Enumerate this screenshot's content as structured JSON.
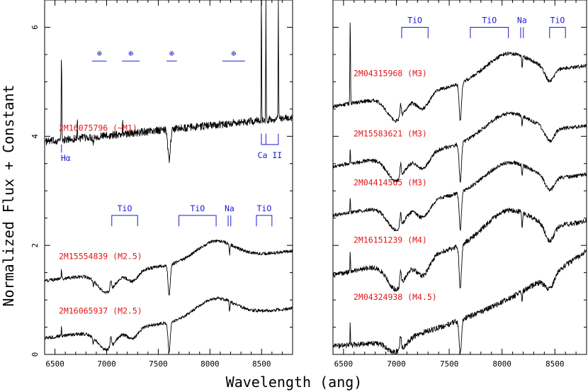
{
  "chart_data": {
    "type": "line",
    "xlabel": "Wavelength (ang)",
    "ylabel": "Normalized Flux + Constant",
    "panels": [
      {
        "xlim": [
          6400,
          8800
        ],
        "ylim": [
          0,
          6.5
        ],
        "x_ticks": [
          6500,
          7000,
          7500,
          8000,
          8500
        ],
        "y_ticks": [
          0,
          2,
          4,
          6
        ],
        "series": [
          {
            "name": "2M16075796 (~M1)",
            "offset": 3.9,
            "label_y": 4.1,
            "kind": "early_halpha"
          },
          {
            "name": "2M15554839 (M2.5)",
            "offset": 1.35,
            "label_y": 1.75,
            "kind": "m2"
          },
          {
            "name": "2M16065937 (M2.5)",
            "offset": 0.3,
            "label_y": 0.75,
            "kind": "m2"
          }
        ],
        "telluric_marks": [
          {
            "symbol": "⊕",
            "x_from": 6860,
            "x_to": 7000
          },
          {
            "symbol": "⊕",
            "x_from": 7150,
            "x_to": 7320
          },
          {
            "symbol": "⊕",
            "x_from": 7580,
            "x_to": 7680
          },
          {
            "symbol": "⊕",
            "x_from": 8120,
            "x_to": 8340
          }
        ],
        "features": [
          {
            "label": "Hα",
            "x": 6563
          },
          {
            "label": "Ca II",
            "x": [
              8498,
              8542,
              8662
            ]
          },
          {
            "label": "TiO",
            "x_from": 7050,
            "x_to": 7300
          },
          {
            "label": "TiO",
            "x_from": 7700,
            "x_to": 8060
          },
          {
            "label": "Na",
            "x": [
              8183,
              8195
            ]
          },
          {
            "label": "TiO",
            "x_from": 8450,
            "x_to": 8600
          }
        ]
      },
      {
        "xlim": [
          6400,
          8800
        ],
        "ylim": [
          0,
          6.5
        ],
        "x_ticks": [
          6500,
          7000,
          7500,
          8000,
          8500
        ],
        "series": [
          {
            "name": "2M04315968 (M3)",
            "offset": 4.55,
            "label_y": 5.1,
            "kind": "m3_halpha"
          },
          {
            "name": "2M15583621 (M3)",
            "offset": 3.45,
            "label_y": 4.0,
            "kind": "m3"
          },
          {
            "name": "2M04414565 (M3)",
            "offset": 2.55,
            "label_y": 3.1,
            "kind": "m3"
          },
          {
            "name": "2M16151239 (M4)",
            "offset": 1.45,
            "label_y": 2.05,
            "kind": "m4"
          },
          {
            "name": "2M04324938 (M4.5)",
            "offset": 0.15,
            "label_y": 1.0,
            "kind": "m45"
          }
        ],
        "features": [
          {
            "label": "TiO",
            "x_from": 7050,
            "x_to": 7300
          },
          {
            "label": "TiO",
            "x_from": 7700,
            "x_to": 8060
          },
          {
            "label": "Na",
            "x": [
              8183,
              8195
            ]
          },
          {
            "label": "TiO",
            "x_from": 8450,
            "x_to": 8600
          }
        ]
      }
    ]
  }
}
